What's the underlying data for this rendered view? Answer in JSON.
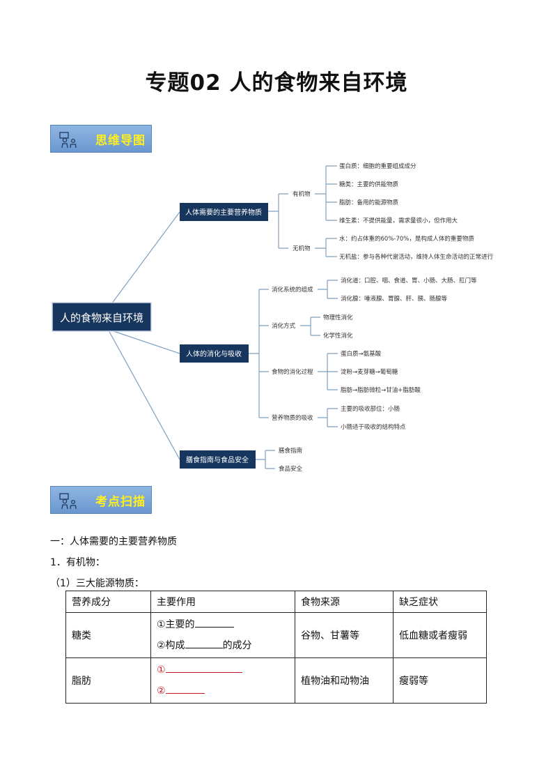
{
  "page_title": "专题02  人的食物来自环境",
  "banners": {
    "mindmap": "思维导图",
    "scan": "考点扫描"
  },
  "mindmap": {
    "root": "人的食物来自环境",
    "branches": [
      {
        "label": "人体需要的主要营养物质"
      },
      {
        "label": "人体的消化与吸收"
      },
      {
        "label": "膳食指南与食品安全"
      }
    ],
    "nutrients": {
      "organic": "有机物",
      "organic_items": [
        "蛋白质：细胞的重要组成成分",
        "糖类：主要的供能物质",
        "脂肪：备用的能源物质",
        "维生素：不提供能量，需求量很小，但作用大"
      ],
      "inorganic": "无机物",
      "inorganic_items": [
        "水：约占体重的60%-70%，是构成人体的重要物质",
        "无机盐：参与各种代谢活动，维持人体生命活动的正常进行"
      ]
    },
    "digestion": {
      "system": "消化系统的组成",
      "system_items": [
        "消化道：口腔、咽、食道、胃、小肠、大肠、肛门等",
        "消化腺：唾液腺、胃腺、肝、胰、肠腺等"
      ],
      "method": "消化方式",
      "method_items": [
        "物理性消化",
        "化学性消化"
      ],
      "process": "食物的消化过程",
      "process_items": [
        "蛋白质→氨基酸",
        "淀粉→麦芽糖→葡萄糖",
        "脂肪→脂肪微粒→甘油+脂肪酸"
      ],
      "absorption": "营养物质的吸收",
      "absorption_items": [
        "主要的吸收部位：小肠",
        "小肠适于吸收的结构特点"
      ]
    },
    "diet": {
      "items": [
        "膳食指南",
        "食品安全"
      ]
    }
  },
  "section": {
    "h1": "一：人体需要的主要营养物质",
    "h2": "1．有机物：",
    "h3": "（1）三大能源物质："
  },
  "table": {
    "headers": [
      "营养成分",
      "主要作用",
      "食物来源",
      "缺乏症状"
    ],
    "rows": [
      {
        "name": "糖类",
        "role_1a": "①主要的",
        "role_2a": "②构成",
        "role_2b": "的成分",
        "source": "谷物、甘薯等",
        "symptom": "低血糖或者瘦弱"
      },
      {
        "name": "脂肪",
        "role_1": "①",
        "role_2": "②",
        "source": "植物油和动物油",
        "symptom": "瘦弱等"
      }
    ]
  },
  "colors": {
    "node_fill": "#17365d",
    "line_color": "#7f9fbf",
    "banner_text": "#ffef1f",
    "answer_red": "#c8141e"
  }
}
